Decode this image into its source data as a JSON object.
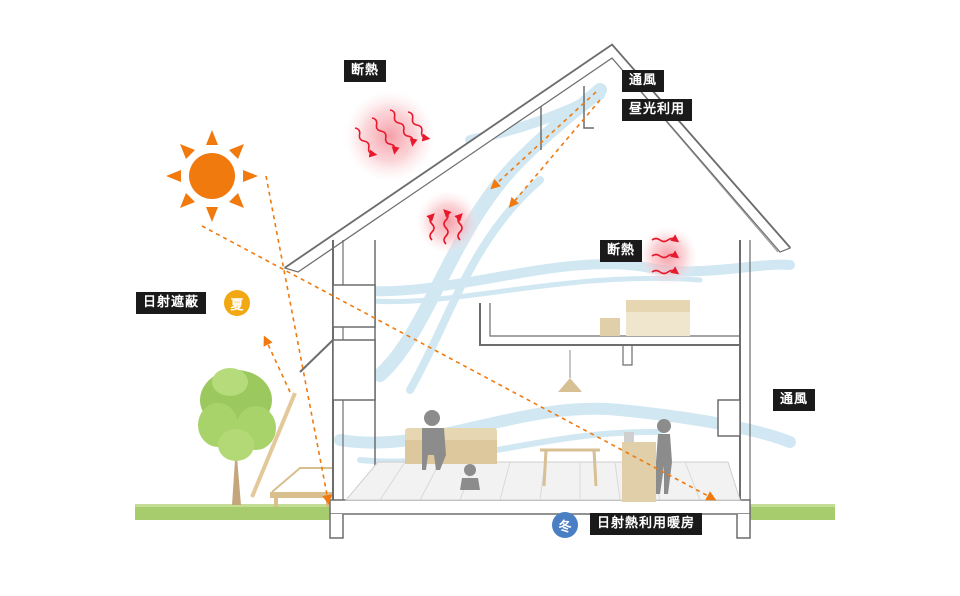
{
  "labels": {
    "dannetsu_roof": "断熱",
    "tsufu_top": "通風",
    "chuko": "昼光利用",
    "dannetsu_wall": "断熱",
    "nissha": "日射遮蔽",
    "tsufu_right": "通風",
    "danbo": "日射熱利用暖房"
  },
  "badges": {
    "summer": "夏",
    "winter": "冬"
  },
  "colors": {
    "sun": "#f07a0e",
    "arrow_orange": "#f07a0e",
    "heat_red": "#e8192c",
    "heat_glow": "#f7a0a8",
    "airflow": "#cfe7f3",
    "grass": "#a7cc6e",
    "tree": "#9cc95e",
    "house_line": "#6d6d6d",
    "floor": "#f2f2f2",
    "furniture": "#e7d6b2",
    "people": "#8c8c8c",
    "summer_badge": "#f2a812",
    "winter_badge": "#4a7fc4",
    "label_bg": "#1a1a1a"
  },
  "icons": [
    "sun-icon",
    "tree-icon",
    "sofa-icon",
    "person-icon",
    "bed-icon",
    "pendant-lamp-icon",
    "table-icon",
    "kitchen-icon",
    "heat-wave-icon"
  ]
}
